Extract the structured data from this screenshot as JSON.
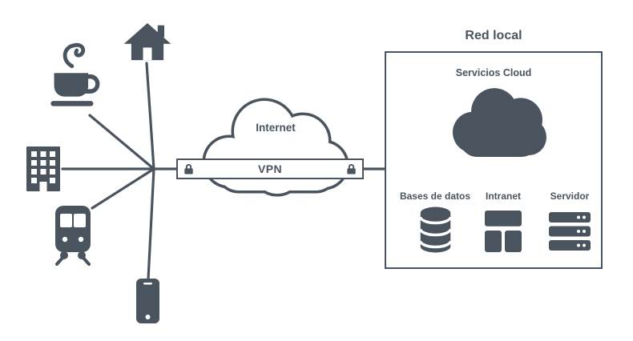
{
  "colors": {
    "primary": "#4a545f",
    "background": "#ffffff"
  },
  "labels": {
    "internet": "Internet",
    "vpn": "VPN",
    "local_network": "Red local",
    "cloud_services": "Servicios Cloud",
    "databases": "Bases de datos",
    "intranet": "Intranet",
    "server": "Servidor"
  },
  "icons": {
    "clients": [
      "coffee-cup-icon",
      "house-icon",
      "office-building-icon",
      "train-icon",
      "smartphone-icon"
    ],
    "tunnel": [
      "lock-icon",
      "lock-icon"
    ],
    "internet": "cloud-outline-icon",
    "local": [
      "cloud-icon",
      "database-icon",
      "intranet-window-icon",
      "server-rack-icon"
    ]
  }
}
